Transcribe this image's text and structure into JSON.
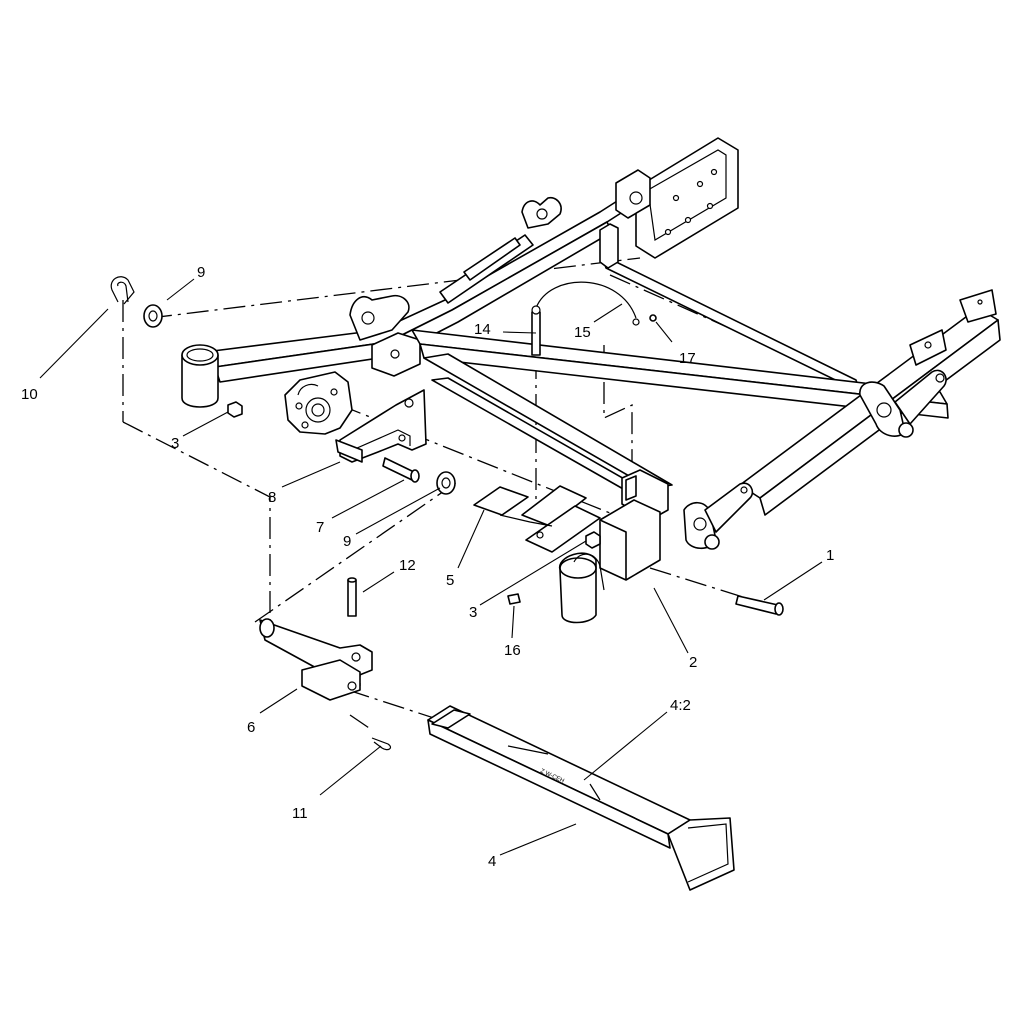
{
  "diagram": {
    "callouts": [
      {
        "id": "c1",
        "label": "1"
      },
      {
        "id": "c2",
        "label": "2"
      },
      {
        "id": "c3a",
        "label": "3"
      },
      {
        "id": "c3b",
        "label": "3"
      },
      {
        "id": "c4",
        "label": "4"
      },
      {
        "id": "c4-2",
        "label": "4:2"
      },
      {
        "id": "c5",
        "label": "5"
      },
      {
        "id": "c6",
        "label": "6"
      },
      {
        "id": "c7",
        "label": "7"
      },
      {
        "id": "c8",
        "label": "8"
      },
      {
        "id": "c9a",
        "label": "9"
      },
      {
        "id": "c9b",
        "label": "9"
      },
      {
        "id": "c10",
        "label": "10"
      },
      {
        "id": "c11",
        "label": "11"
      },
      {
        "id": "c12",
        "label": "12"
      },
      {
        "id": "c14",
        "label": "14"
      },
      {
        "id": "c15",
        "label": "15"
      },
      {
        "id": "c16",
        "label": "16"
      },
      {
        "id": "c17",
        "label": "17"
      }
    ]
  }
}
